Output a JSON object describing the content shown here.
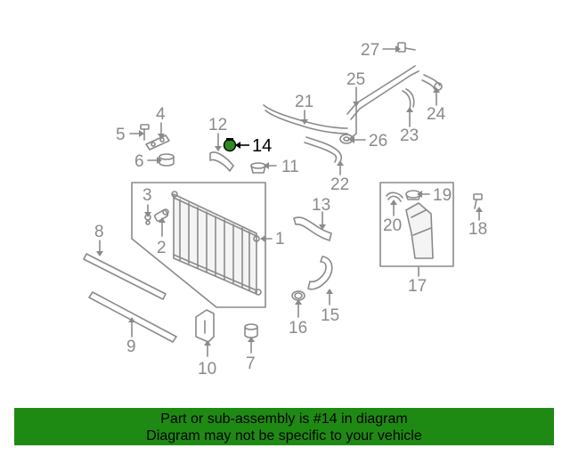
{
  "diagram": {
    "highlighted_part": "14",
    "highlight_color": "#2e8b1e",
    "part_color": "#8a8a8a",
    "callouts": [
      {
        "id": "1",
        "label": "1"
      },
      {
        "id": "2",
        "label": "2"
      },
      {
        "id": "3",
        "label": "3"
      },
      {
        "id": "4",
        "label": "4"
      },
      {
        "id": "5",
        "label": "5"
      },
      {
        "id": "6",
        "label": "6"
      },
      {
        "id": "7",
        "label": "7"
      },
      {
        "id": "8",
        "label": "8"
      },
      {
        "id": "9",
        "label": "9"
      },
      {
        "id": "10",
        "label": "10"
      },
      {
        "id": "11",
        "label": "11"
      },
      {
        "id": "12",
        "label": "12"
      },
      {
        "id": "13",
        "label": "13"
      },
      {
        "id": "14",
        "label": "14"
      },
      {
        "id": "15",
        "label": "15"
      },
      {
        "id": "16",
        "label": "16"
      },
      {
        "id": "17",
        "label": "17"
      },
      {
        "id": "18",
        "label": "18"
      },
      {
        "id": "19",
        "label": "19"
      },
      {
        "id": "20",
        "label": "20"
      },
      {
        "id": "21",
        "label": "21"
      },
      {
        "id": "22",
        "label": "22"
      },
      {
        "id": "23",
        "label": "23"
      },
      {
        "id": "24",
        "label": "24"
      },
      {
        "id": "25",
        "label": "25"
      },
      {
        "id": "26",
        "label": "26"
      },
      {
        "id": "27",
        "label": "27"
      }
    ]
  },
  "banner": {
    "line1": "Part or sub-assembly is #14 in diagram",
    "line2": "Diagram may not be specific to your vehicle",
    "background": "#1f8a13"
  }
}
